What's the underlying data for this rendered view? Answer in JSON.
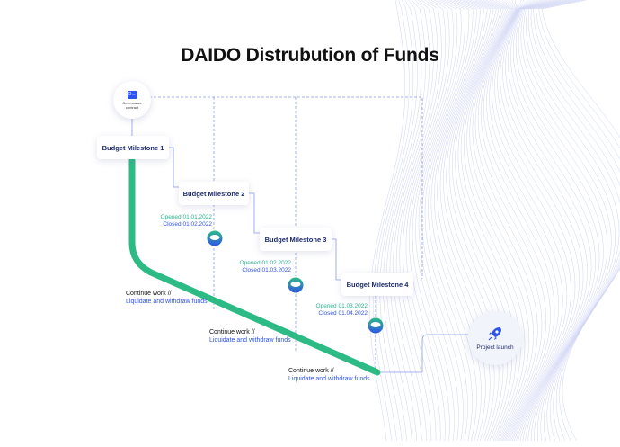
{
  "title": "DAIDO Distrubution of Funds",
  "governance": {
    "label": "Governance contract",
    "icon": "governance-icon"
  },
  "milestones": [
    {
      "label": "Budget Milestone 1",
      "opened": "",
      "closed": ""
    },
    {
      "label": "Budget Milestone 2",
      "opened": "Opened 01.01.2022",
      "closed": "Closed 01.02.2022"
    },
    {
      "label": "Budget Milestone 3",
      "opened": "Opened 01.02.2022",
      "closed": "Closed 01.03.2022"
    },
    {
      "label": "Budget Milestone 4",
      "opened": "Opened 01.03.2022",
      "closed": "Closed 01.04.2022"
    }
  ],
  "continue_work": [
    {
      "title": "Continue work //",
      "link": "Liquidate and withdraw funds"
    },
    {
      "title": "Continue work //",
      "link": "Liquidate and withdraw funds"
    },
    {
      "title": "Continue work //",
      "link": "Liquidate and withdraw funds"
    }
  ],
  "launch": {
    "label": "Project launch",
    "icon": "rocket-icon"
  },
  "colors": {
    "accent_green": "#2dbb85",
    "accent_blue": "#2f55e8",
    "line_blue": "#8c9bea",
    "text_dark": "#1d2b6b"
  }
}
